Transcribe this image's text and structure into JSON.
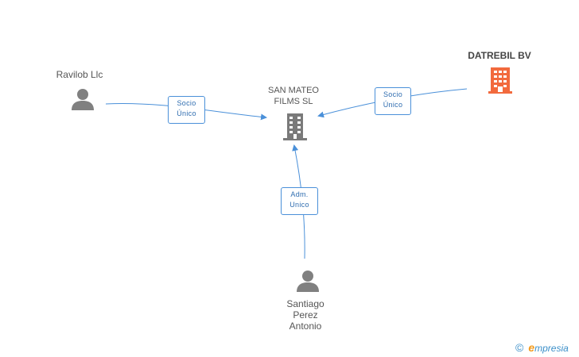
{
  "nodes": {
    "company_center": {
      "label": "SAN MATEO\nFILMS SL"
    },
    "company_owner": {
      "label": "DATREBIL BV"
    },
    "person_ravilob": {
      "label": "Ravilob Llc"
    },
    "person_santiago": {
      "label": "Santiago\nPerez\nAntonio"
    }
  },
  "edges": {
    "ravilob": {
      "line1": "Socio",
      "line2": "Único"
    },
    "datrebil": {
      "line1": "Socio",
      "line2": "Único"
    },
    "santiago": {
      "line1": "Adm.",
      "line2": "Unico"
    }
  },
  "brand": {
    "copyright": "©",
    "initial": "e",
    "name": "mpresia"
  },
  "colors": {
    "edge": "#4a90d9",
    "person_icon": "#808080",
    "company_icon": "#7a7a7a",
    "highlight_company": "#f26a3d"
  }
}
